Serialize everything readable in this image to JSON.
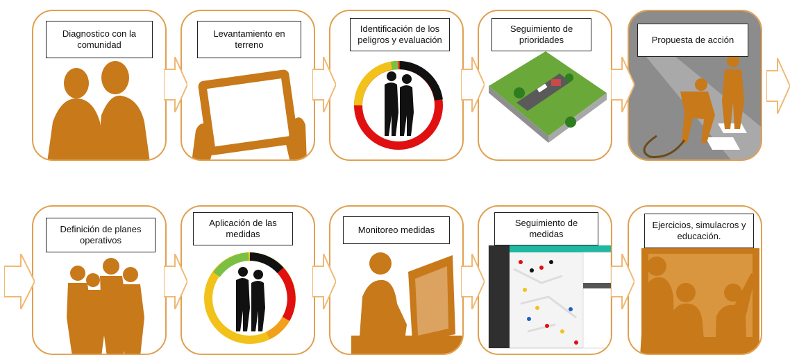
{
  "colors": {
    "silhouette": "#c8791a",
    "border": "#e0a050",
    "arrow": "#f1b873",
    "ring_red": "#e01010",
    "ring_yellow": "#f2c21a",
    "ring_black": "#111111",
    "ring_green": "#7bc043"
  },
  "steps": [
    {
      "label": "Diagnostico con la comunidad",
      "icon": "people-talking-icon"
    },
    {
      "label": "Levantamiento en terreno",
      "icon": "tablet-icon"
    },
    {
      "label": "Identificación de los peligros y evaluación",
      "icon": "risk-ring-icon"
    },
    {
      "label": "Seguimiento de prioridades",
      "icon": "street-map-icon"
    },
    {
      "label": "Propuesta de acción",
      "icon": "road-workers-icon"
    },
    {
      "label": "Definición de planes operativos",
      "icon": "team-icon"
    },
    {
      "label": "Aplicación de las medidas",
      "icon": "risk-ring-icon"
    },
    {
      "label": "Monitoreo medidas",
      "icon": "monitor-user-icon"
    },
    {
      "label": "Seguimiento de medidas",
      "icon": "map-app-icon"
    },
    {
      "label": "Ejercicios, simulacros y educación.",
      "icon": "classroom-icon"
    }
  ]
}
